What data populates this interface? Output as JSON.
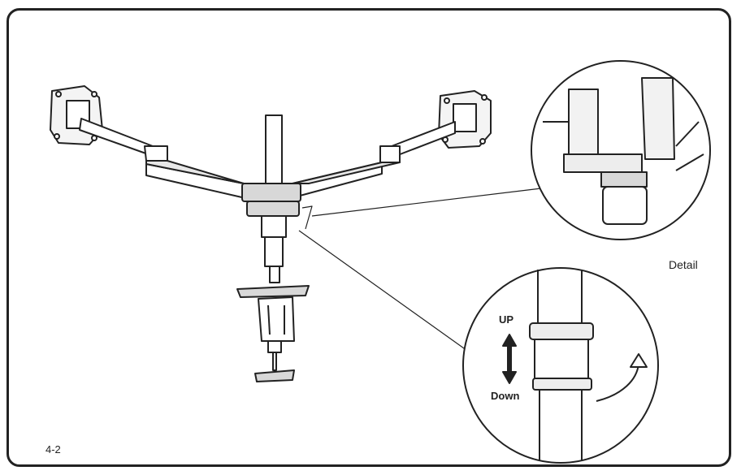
{
  "labels": {
    "detail": "Detail",
    "up": "UP",
    "down": "Down",
    "page_number": "4-2"
  },
  "icons": {
    "up_down_arrow": "up-down-arrow-icon",
    "rotate_arrow": "rotate-arrow-icon"
  },
  "colors": {
    "line": "#222222",
    "fill": "#ffffff",
    "shade": "#d8d8d8"
  }
}
